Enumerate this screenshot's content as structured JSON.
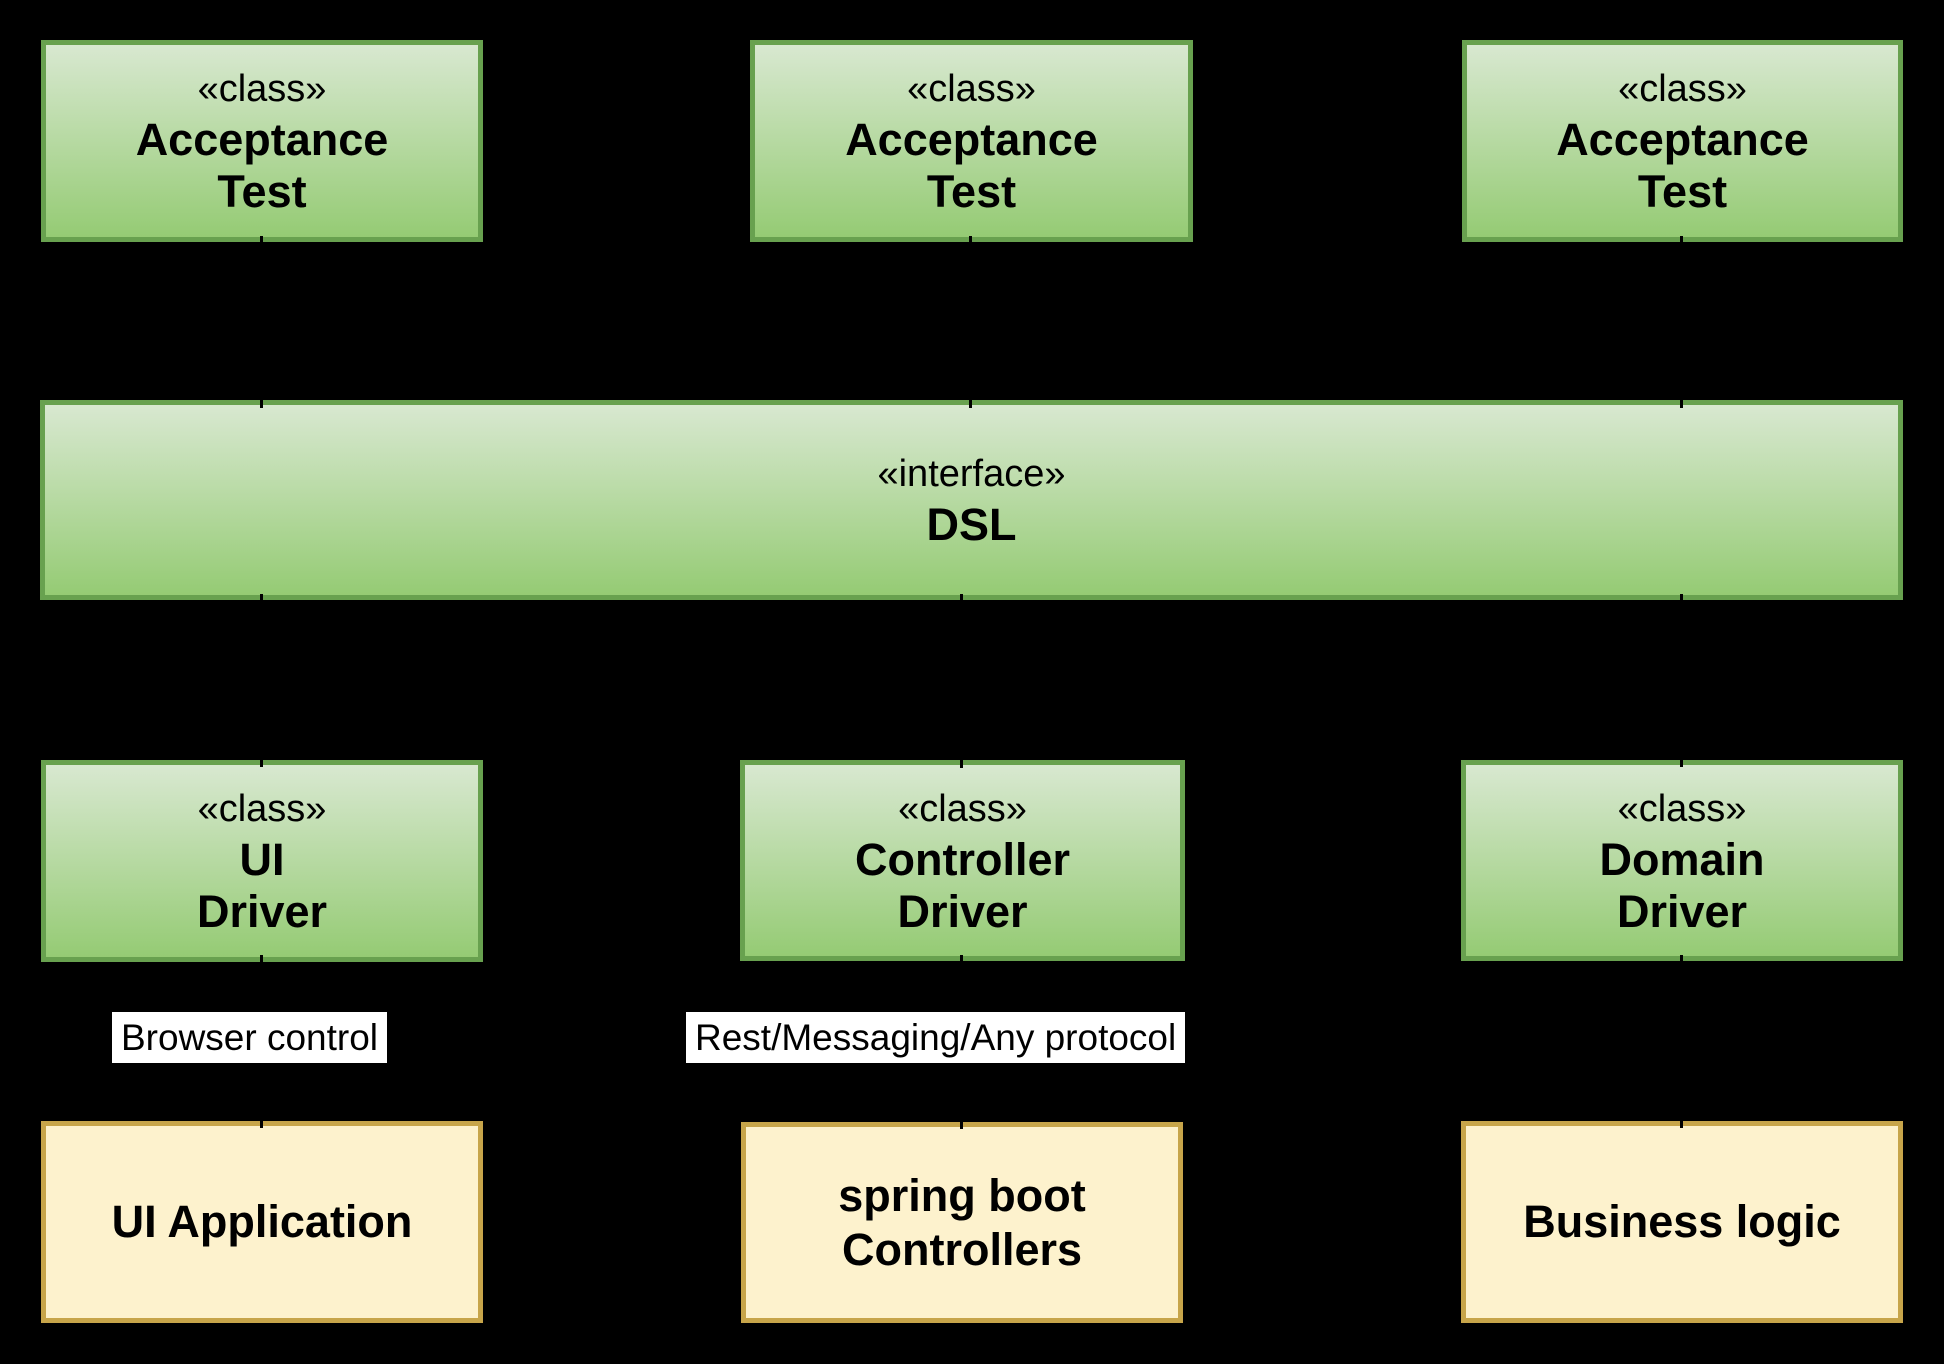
{
  "colors": {
    "background": "#000000",
    "green_border": "#68a14f",
    "green_gradient_top": "#d8e8d0",
    "green_gradient_bottom": "#95cb74",
    "yellow_border": "#c7a54a",
    "yellow_fill": "#fdf2cd",
    "label_bg": "#ffffff",
    "text_color": "#000000",
    "connector_color": "#000000"
  },
  "acceptance_tests": [
    {
      "stereotype": "«class»",
      "line1": "Acceptance",
      "line2": "Test"
    },
    {
      "stereotype": "«class»",
      "line1": "Acceptance",
      "line2": "Test"
    },
    {
      "stereotype": "«class»",
      "line1": "Acceptance",
      "line2": "Test"
    }
  ],
  "dsl_interface": {
    "stereotype": "«interface»",
    "name": "DSL"
  },
  "drivers": [
    {
      "stereotype": "«class»",
      "line1": "UI",
      "line2": "Driver"
    },
    {
      "stereotype": "«class»",
      "line1": "Controller",
      "line2": "Driver"
    },
    {
      "stereotype": "«class»",
      "line1": "Domain",
      "line2": "Driver"
    }
  ],
  "connector_labels": [
    {
      "text": "Browser control"
    },
    {
      "text": "Rest/Messaging/Any protocol"
    }
  ],
  "applications": [
    {
      "line1": "UI Application"
    },
    {
      "line1": "spring boot",
      "line2": "Controllers"
    },
    {
      "line1": "Business logic"
    }
  ]
}
